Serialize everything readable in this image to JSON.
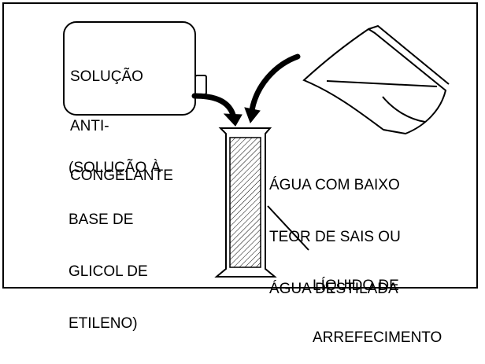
{
  "labels": {
    "antifreeze": [
      "SOLUÇÃO",
      "ANTI-",
      "CONGELANTE"
    ],
    "glycol_note": [
      "(SOLUÇÃO À",
      "BASE DE",
      "GLICOL DE",
      "ETILENO)"
    ],
    "water": [
      "ÁGUA COM BAIXO",
      "TEOR DE SAIS OU",
      "ÁGUA DESTILADA"
    ],
    "coolant": [
      "LÍQUIDO DE",
      "ARREFECIMENTO"
    ]
  },
  "colors": {
    "line": "#000000",
    "background": "#ffffff"
  },
  "icons": [
    "antifreeze-container-icon",
    "beaker-icon",
    "graduated-cylinder-icon",
    "pour-arrow-icon"
  ]
}
